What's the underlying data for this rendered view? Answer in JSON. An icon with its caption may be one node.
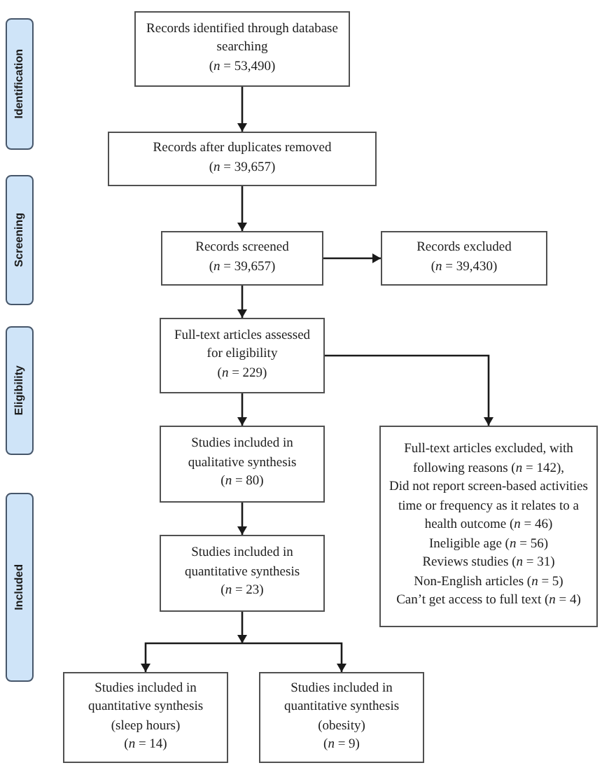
{
  "diagram": {
    "nodes": [
      {
        "text": [
          "Identification"
        ]
      },
      {
        "text": [
          "Screening"
        ]
      },
      {
        "text": [
          "Eligibility"
        ]
      },
      {
        "text": [
          "Included"
        ]
      },
      {
        "text": [
          "Records identified through database searching",
          "(*n* = 53,490)"
        ]
      },
      {
        "text": [
          "Records after duplicates removed",
          "(*n* = 39,657)"
        ]
      },
      {
        "text": [
          "Records screened",
          "(*n* = 39,657)"
        ]
      },
      {
        "text": [
          "Records excluded",
          "(*n* = 39,430)"
        ]
      },
      {
        "text": [
          "Full-text articles assessed for eligibility",
          "(*n* = 229)"
        ]
      },
      {
        "text": [
          "Studies included in qualitative synthesis",
          "(*n* = 80)"
        ]
      },
      {
        "text": [
          "Full-text articles excluded, with following reasons (*n* = 142),",
          "Did not report screen-based activities time or frequency as it relates to a health outcome (*n* = 46)",
          "Ineligible age (*n* = 56)",
          "Reviews studies (*n* = 31)",
          "Non-English articles (*n* = 5)",
          "Can’t get access to full text (*n* = 4)"
        ]
      },
      {
        "text": [
          "Studies included in quantitative synthesis",
          "(*n* = 23)"
        ]
      },
      {
        "text": [
          "Studies included in quantitative synthesis",
          "(sleep hours)",
          "(*n* = 14)"
        ]
      },
      {
        "text": [
          "Studies included in quantitative synthesis",
          "(obesity)",
          "(*n* = 9)"
        ]
      }
    ],
    "edges": [
      {
        "from": 4,
        "to": 5,
        "arrow": "to"
      },
      {
        "from": 5,
        "to": 6,
        "arrow": "to"
      },
      {
        "from": 6,
        "to": 7,
        "arrow": "to"
      },
      {
        "from": 6,
        "to": 8,
        "arrow": "to"
      },
      {
        "from": 8,
        "to": 9,
        "arrow": "to"
      },
      {
        "from": 8,
        "to": 10,
        "arrow": "to"
      },
      {
        "from": 9,
        "to": 11,
        "arrow": "to"
      },
      {
        "from": 11,
        "to": 12,
        "arrow": "to"
      },
      {
        "from": 11,
        "to": 13,
        "arrow": "to"
      }
    ]
  }
}
